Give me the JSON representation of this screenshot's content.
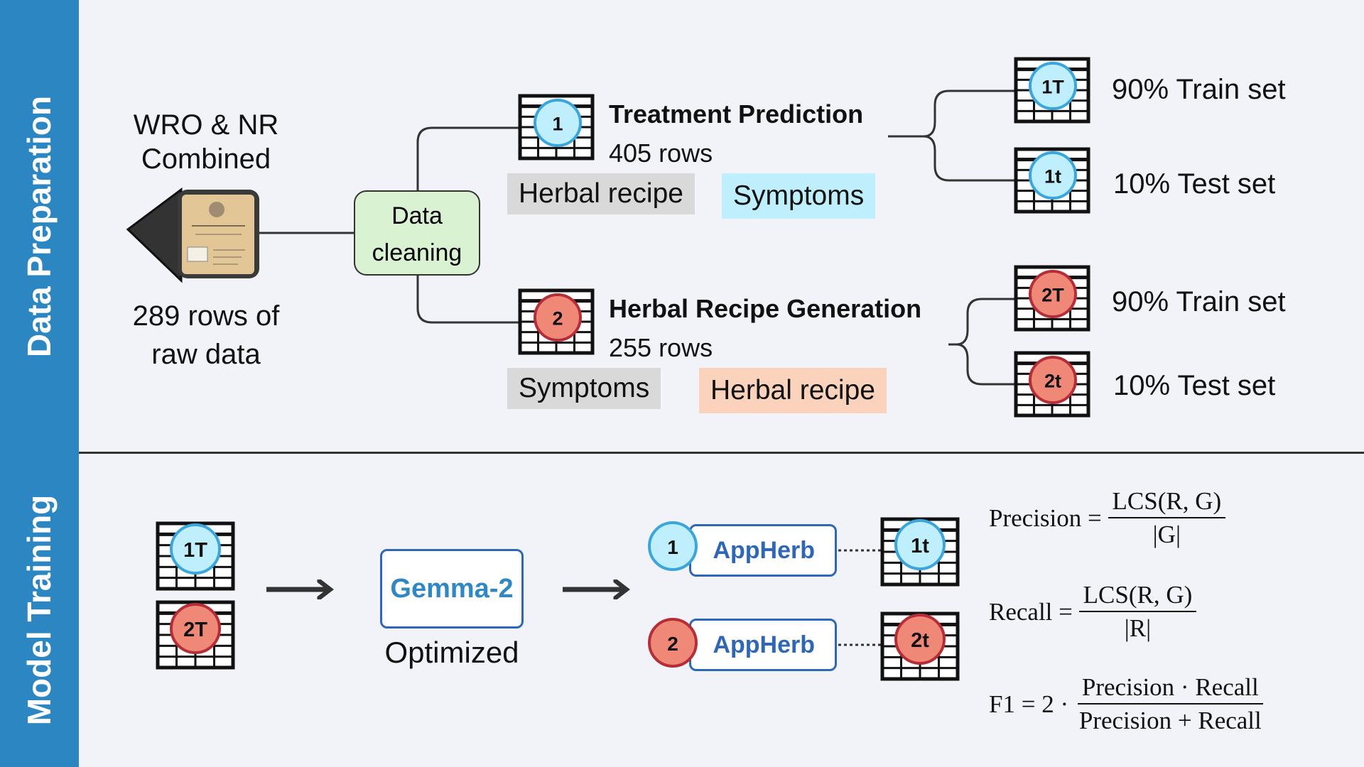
{
  "sidebar": {
    "top_label": "Data Preparation",
    "bottom_label": "Model Training"
  },
  "source": {
    "title_line1": "WRO & NR",
    "title_line2": "Combined",
    "caption_line1": "289 rows of",
    "caption_line2": "raw data",
    "book_icon": "manuscript-book-icon"
  },
  "cleaning": {
    "line1": "Data",
    "line2": "cleaning"
  },
  "task1": {
    "badge": "1",
    "title": "Treatment Prediction",
    "rows": "405 rows",
    "input_tag": "Herbal recipe",
    "output_tag": "Symptoms",
    "train_badge": "1T",
    "train_label": "90% Train set",
    "test_badge": "1t",
    "test_label": "10% Test set"
  },
  "task2": {
    "badge": "2",
    "title": "Herbal Recipe Generation",
    "rows": "255 rows",
    "input_tag": "Symptoms",
    "output_tag": "Herbal recipe",
    "train_badge": "2T",
    "train_label": "90% Train set",
    "test_badge": "2t",
    "test_label": "10% Test set"
  },
  "training": {
    "train_badge_1": "1T",
    "train_badge_2": "2T",
    "model_name": "Gemma-2",
    "model_caption": "Optimized",
    "app1_badge": "1",
    "app1_name": "AppHerb",
    "app1_test_badge": "1t",
    "app2_badge": "2",
    "app2_name": "AppHerb",
    "app2_test_badge": "2t"
  },
  "metrics": {
    "precision_label": "Precision =",
    "precision_num": "LCS(R, G)",
    "precision_den": "|G|",
    "recall_label": "Recall =",
    "recall_num": "LCS(R, G)",
    "recall_den": "|R|",
    "f1_label": "F1 = 2 ·",
    "f1_num": "Precision · Recall",
    "f1_den": "Precision + Recall"
  },
  "colors": {
    "sidebar": "#2b86c2",
    "badge_cyan": "#bfeefc",
    "badge_cyan_border": "#3aa6dc",
    "badge_red": "#f08878",
    "badge_red_border": "#b52d36",
    "accent_blue": "#2e66b8",
    "clean_green": "#d8f2d2"
  }
}
